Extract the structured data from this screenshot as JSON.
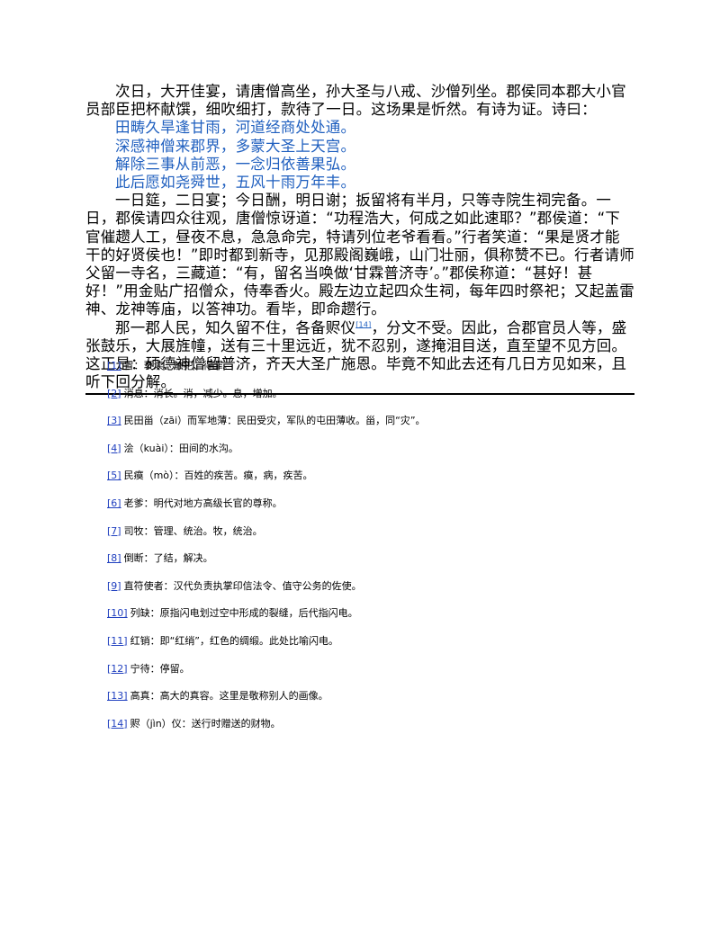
{
  "paragraphs": {
    "p1": "次日，大开佳宴，请唐僧高坐，孙大圣与八戒、沙僧列坐。郡侯同本郡大小官员部臣把杯献馔，细吹细打，款待了一日。这场果是忻然。有诗为证。诗曰：",
    "p2": "一日筵，二日宴；今日酬，明日谢；扳留将有半月，只等寺院生祠完备。一日，郡侯请四众往观，唐僧惊讶道：“功程浩大，何成之如此速耶？”郡侯道：“下官催趱人工，昼夜不息，急急命完，特请列位老爷看看。”行者笑道：“果是贤才能干的好贤侯也！”即时都到新寺，见那殿阁巍峨，山门壮丽，俱称赞不已。行者请师父留一寺名，三藏道：“有，留名当唤做‘甘霖普济寺’。”郡侯称道：“甚好！甚好！”用金贴广招僧众，侍奉香火。殿左边立起四众生祠，每年四时祭祀；又起盖雷神、龙神等庙，以答神功。看毕，即命趱行。",
    "p3a": "那一郡人民，知久留不住，各备赆仪",
    "p3_ref": "[14]",
    "p3b": "，分文不受。因此，合郡官员人等，盛张鼓乐，大展旌幢，送有三十里远近，犹不忍别，遂掩泪目送，直至望不见方回。这正是：硕德神僧留普济，齐天大圣广施恩。毕竟不知此去还有几日方见如来，且听下回分解。"
  },
  "poem": [
    "田畴久旱逢甘雨，河道经商处处通。",
    "深感神僧来郡界，多蒙大圣上天宫。",
    "解除三事从前恶，一念归依善果弘。",
    "此后愿如尧舜世，五风十雨万年丰。"
  ],
  "notes": [
    {
      "ref": "[1]",
      "text": "冒：亵渎、触犯、得罪。"
    },
    {
      "ref": "[2]",
      "text": "消息：消长。消，减少。息，增加。"
    },
    {
      "ref": "[3]",
      "text": "民田甾（zāi）而军地薄：民田受灾，军队的屯田薄收。甾，同“灾”。"
    },
    {
      "ref": "[4]",
      "text": "浍（kuài）：田间的水沟。"
    },
    {
      "ref": "[5]",
      "text": "民瘼（mò）：百姓的疾苦。瘼，病，疾苦。"
    },
    {
      "ref": "[6]",
      "text": "老爹：明代对地方高级长官的尊称。"
    },
    {
      "ref": "[7]",
      "text": "司牧：管理、统治。牧，统治。"
    },
    {
      "ref": "[8]",
      "text": "倒断：了结，解决。"
    },
    {
      "ref": "[9]",
      "text": "直符使者：汉代负责执掌印信法令、值守公务的佐使。"
    },
    {
      "ref": "[10]",
      "text": "列缺：原指闪电划过空中形成的裂缝，后代指闪电。"
    },
    {
      "ref": "[11]",
      "text": "红销：即“红绡”，红色的绸缎。此处比喻闪电。"
    },
    {
      "ref": "[12]",
      "text": "宁待：停留。"
    },
    {
      "ref": "[13]",
      "text": "高真：高大的真容。这里是敬称别人的画像。"
    },
    {
      "ref": "[14]",
      "text": "赆（jìn）仪：送行时赠送的财物。"
    }
  ]
}
